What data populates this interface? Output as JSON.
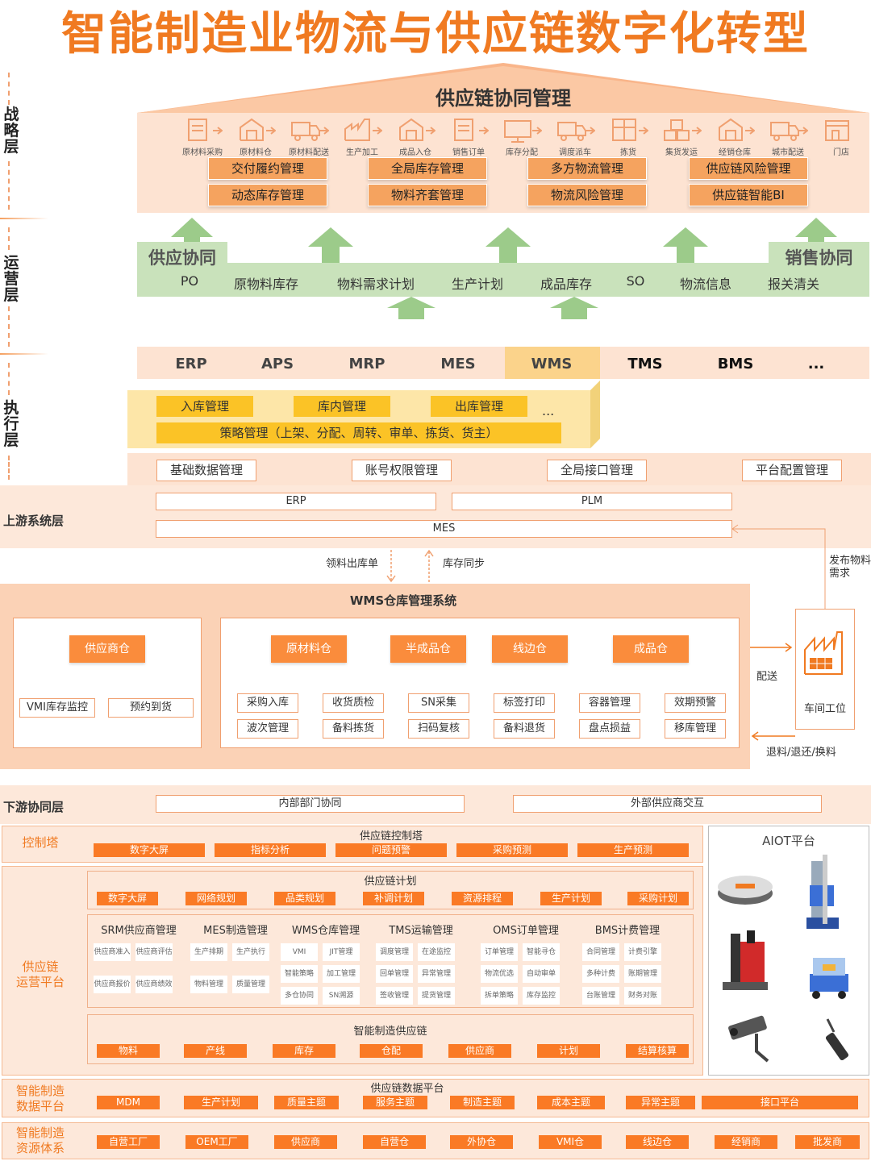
{
  "title": "智能制造业物流与供应链数字化转型",
  "layers": {
    "strategy": "战略层",
    "operation": "运营层",
    "execution": "执行层"
  },
  "strategy": {
    "header": "供应链协同管理",
    "flow": [
      "原材料采购",
      "原材料仓",
      "原材料配送",
      "生产加工",
      "成品入仓",
      "销售订单",
      "库存分配",
      "调度派车",
      "拣货",
      "集货发运",
      "经销仓库",
      "城市配送",
      "门店"
    ],
    "tags_row1": [
      "交付履约管理",
      "全局库存管理",
      "多方物流管理",
      "供应链风险管理"
    ],
    "tags_row2": [
      "动态库存管理",
      "物料齐套管理",
      "物流风险管理",
      "供应链智能BI"
    ]
  },
  "operation": {
    "left": "供应协同",
    "right": "销售协同",
    "items": [
      "PO",
      "原物料库存",
      "物料需求计划",
      "生产计划",
      "成品库存",
      "SO",
      "物流信息",
      "报关清关"
    ]
  },
  "execution": {
    "systems": [
      "ERP",
      "APS",
      "MRP",
      "MES",
      "WMS",
      "TMS",
      "BMS",
      "..."
    ],
    "wms_tags": [
      "入库管理",
      "库内管理",
      "出库管理"
    ],
    "wms_more": "...",
    "strategy_tag": "策略管理（上架、分配、周转、审单、拣货、货主）",
    "base": [
      "基础数据管理",
      "账号权限管理",
      "全局接口管理",
      "平台配置管理"
    ]
  },
  "upstream": {
    "label": "上游系统层",
    "boxes": [
      "ERP",
      "PLM",
      "MES"
    ],
    "arrow_down": "领料出库单",
    "arrow_up": "库存同步",
    "publish": "发布物料需求"
  },
  "wms": {
    "title": "WMS仓库管理系统",
    "supplier": "供应商仓",
    "supplier_items": [
      "VMI库存监控",
      "预约到货"
    ],
    "warehouses": [
      "原材料仓",
      "半成品仓",
      "线边仓",
      "成品仓"
    ],
    "row1": [
      "采购入库",
      "收货质检",
      "SN采集",
      "标签打印",
      "容器管理",
      "效期预警"
    ],
    "row2": [
      "波次管理",
      "备料拣货",
      "扫码复核",
      "备料退货",
      "盘点损益",
      "移库管理"
    ],
    "deliver": "配送",
    "workshop": "车间工位",
    "returns": "退料/退还/换料"
  },
  "downstream": {
    "label": "下游协同层",
    "boxes": [
      "内部部门协同",
      "外部供应商交互"
    ]
  },
  "control": {
    "label": "控制塔",
    "header": "供应链控制塔",
    "items": [
      "数字大屏",
      "指标分析",
      "问题预警",
      "采购预测",
      "生产预测"
    ]
  },
  "ops_platform": {
    "label": "供应链\n运营平台",
    "plan_header": "供应链计划",
    "plan_items": [
      "数字大屏",
      "网络规划",
      "品类规划",
      "补调计划",
      "资源排程",
      "生产计划",
      "采购计划"
    ],
    "modules": [
      {
        "name": "SRM供应商管理",
        "cells": [
          "供应商准入",
          "供应商评估",
          "供应商报价",
          "供应商绩效"
        ]
      },
      {
        "name": "MES制造管理",
        "cells": [
          "生产排期",
          "生产执行",
          "物料管理",
          "质量管理"
        ]
      },
      {
        "name": "WMS仓库管理",
        "cells": [
          "VMI",
          "JIT管理",
          "智能策略",
          "加工管理",
          "多仓协同",
          "SN溯源"
        ]
      },
      {
        "name": "TMS运输管理",
        "cells": [
          "调度管理",
          "在途监控",
          "回单管理",
          "异常管理",
          "签收管理",
          "提货管理"
        ]
      },
      {
        "name": "OMS订单管理",
        "cells": [
          "订单管理",
          "智能寻仓",
          "物流优选",
          "自动审单",
          "拆单策略",
          "库存监控"
        ]
      },
      {
        "name": "BMS计费管理",
        "cells": [
          "合同管理",
          "计费引擎",
          "多种计费",
          "账期管理",
          "台账管理",
          "财务对账"
        ]
      }
    ],
    "chain_header": "智能制造供应链",
    "chain_items": [
      "物料",
      "产线",
      "库存",
      "仓配",
      "供应商",
      "计划",
      "结算核算"
    ]
  },
  "aiot": {
    "label": "AIOT平台"
  },
  "data_platform": {
    "label": "智能制造\n数据平台",
    "header": "供应链数据平台",
    "items": [
      "MDM",
      "生产计划",
      "质量主题",
      "服务主题",
      "制造主题",
      "成本主题",
      "异常主题",
      "接口平台"
    ]
  },
  "resource": {
    "label": "智能制造\n资源体系",
    "items": [
      "自营工厂",
      "OEM工厂",
      "供应商",
      "自营仓",
      "外协仓",
      "VMI仓",
      "线边仓",
      "经销商",
      "批发商"
    ]
  },
  "colors": {
    "accent": "#f07a21",
    "peach": "#fde3d2",
    "green": "#9ccb8a",
    "yellow": "#fbc326"
  }
}
